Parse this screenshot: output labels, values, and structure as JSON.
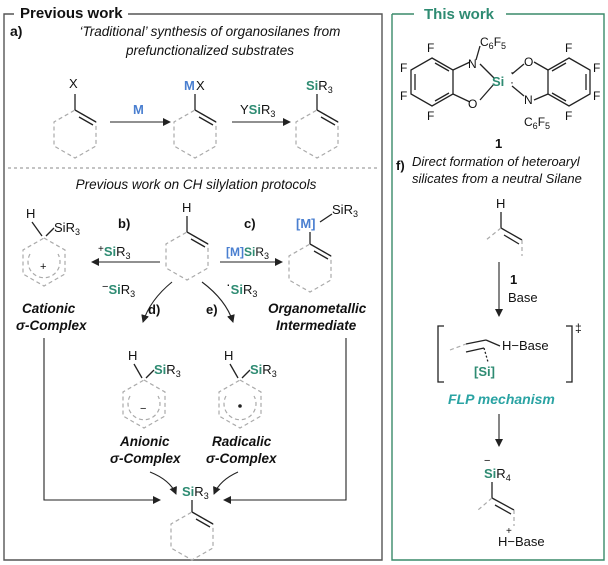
{
  "left_panel": {
    "title": "Previous work",
    "label_a": "a)",
    "subtitle_line1": "‘Traditional’ synthesis of organosilanes from",
    "subtitle_line2": "prefunctionalized substrates",
    "reagent_M": "M",
    "reagent_YSiR3_y": "Y",
    "reagent_YSiR3_si": "Si",
    "reagent_YSiR3_r": "R",
    "sub3": "3",
    "atom_X": "X",
    "atom_M": "M",
    "atom_Si": "Si",
    "atom_R": "R",
    "atom_H": "H",
    "section2_title": "Previous work on CH silylation protocols",
    "label_b": "b)",
    "label_c": "c)",
    "label_d": "d)",
    "label_e": "e)",
    "reagent_b_plus": "+",
    "reagent_c_bracket": "[M]",
    "minus": "−",
    "plus": "+",
    "dot": "·",
    "cationic_line1": "Cationic",
    "cationic_line2": "σ-Complex",
    "organometallic_line1": "Organometallic",
    "organometallic_line2": "Intermediate",
    "anionic_line1": "Anionic",
    "anionic_line2": "σ-Complex",
    "radicalic_line1": "Radicalic",
    "radicalic_line2": "σ-Complex"
  },
  "right_panel": {
    "title": "This work",
    "compound_number": "1",
    "atom_F": "F",
    "atom_N": "N",
    "atom_O": "O",
    "atom_Si": "Si",
    "atom_C": "C",
    "sub6": "6",
    "sub5": "5",
    "label_f": "f)",
    "desc_line1": "Direct formation of heteroaryl",
    "desc_line2": "silicates from a neutral Silane",
    "atom_H": "H",
    "arrow_label_1": "1",
    "arrow_label_base": "Base",
    "ts_h_base": "H−Base",
    "ts_si": "[Si]",
    "ts_dagger": "‡",
    "mechanism": "FLP mechanism",
    "product_minus": "−",
    "product_si": "Si",
    "product_r": "R",
    "sub4": "4",
    "product_h_base": "H−Base",
    "product_plus": "+"
  },
  "colors": {
    "silicon_green": "#2e8b72",
    "metal_blue": "#4a7fd0",
    "mechanism_teal": "#2aa3a3",
    "panel_border_right": "#3a8a6a"
  }
}
